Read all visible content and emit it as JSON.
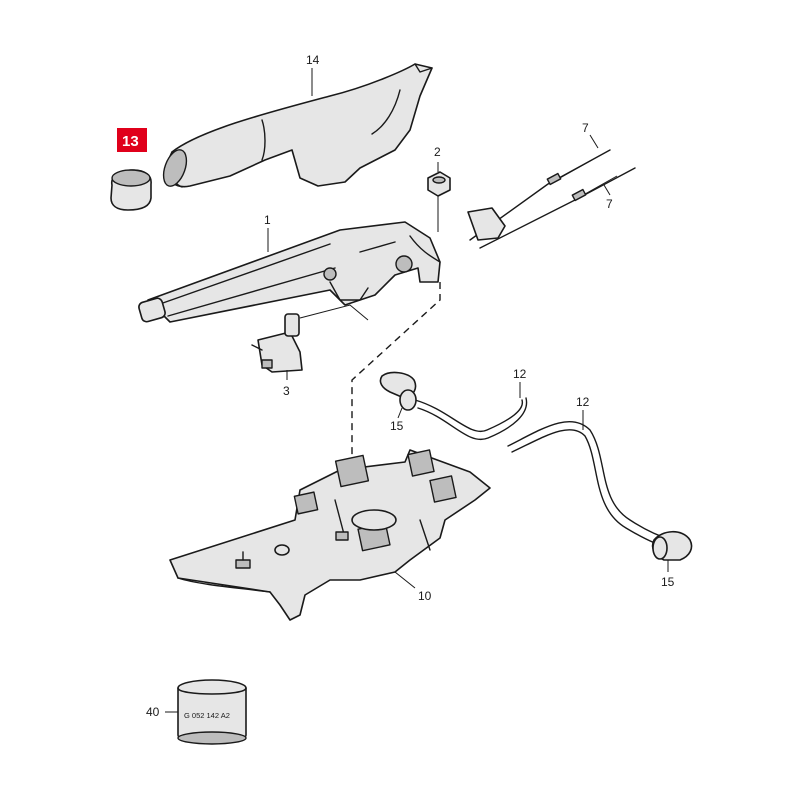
{
  "diagram": {
    "highlight_color": "#e0001b",
    "line_color": "#1a1a1a",
    "callouts": [
      {
        "id": "c14",
        "label": "14"
      },
      {
        "id": "c13",
        "label": "13",
        "highlighted": true
      },
      {
        "id": "c7a",
        "label": "7"
      },
      {
        "id": "c7b",
        "label": "7"
      },
      {
        "id": "c2",
        "label": "2"
      },
      {
        "id": "c1",
        "label": "1"
      },
      {
        "id": "c3",
        "label": "3"
      },
      {
        "id": "c12a",
        "label": "12"
      },
      {
        "id": "c12b",
        "label": "12"
      },
      {
        "id": "c15a",
        "label": "15"
      },
      {
        "id": "c15b",
        "label": "15"
      },
      {
        "id": "c10",
        "label": "10"
      },
      {
        "id": "c40",
        "label": "40"
      }
    ],
    "ring_stamp": "G 052 142 A2"
  }
}
